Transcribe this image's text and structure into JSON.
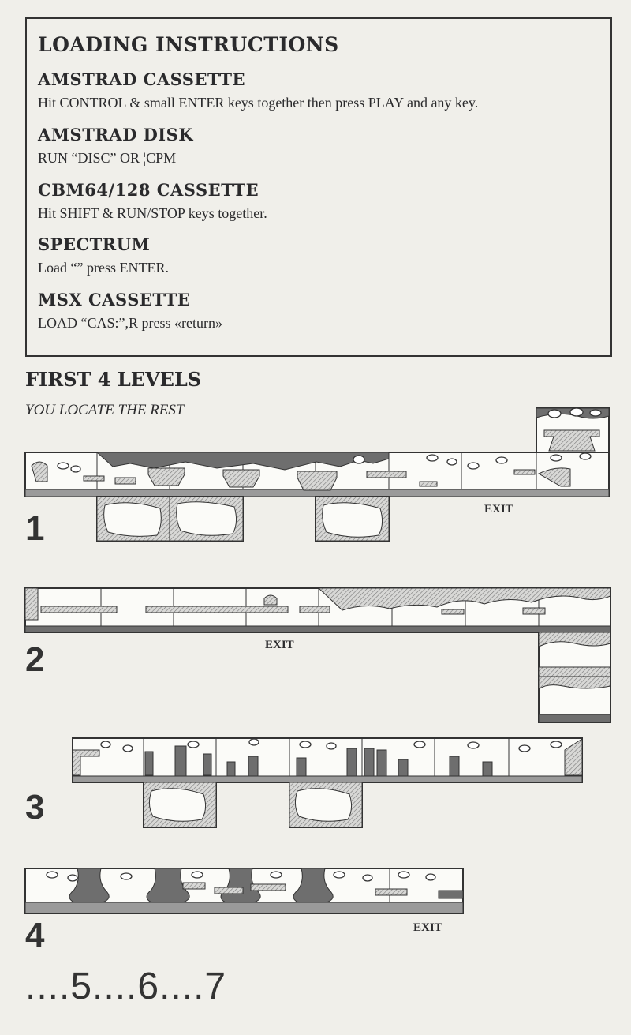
{
  "instructions": {
    "title": "LOADING INSTRUCTIONS",
    "sections": [
      {
        "heading": "AMSTRAD CASSETTE",
        "text": "Hit CONTROL & small ENTER keys together then press PLAY and any key."
      },
      {
        "heading": "AMSTRAD DISK",
        "text": "RUN “DISC” OR ¦CPM"
      },
      {
        "heading": "CBM64/128 CASSETTE",
        "text": "Hit SHIFT & RUN/STOP keys together."
      },
      {
        "heading": "SPECTRUM",
        "text": "Load “” press ENTER."
      },
      {
        "heading": "MSX CASSETTE",
        "text": "LOAD “CAS:”,R press «return»"
      }
    ]
  },
  "levels": {
    "title": "FIRST 4 LEVELS",
    "subtitle": "YOU LOCATE THE REST",
    "items": [
      {
        "number": "1",
        "exit_label": "EXIT"
      },
      {
        "number": "2",
        "exit_label": "EXIT"
      },
      {
        "number": "3"
      },
      {
        "number": "4",
        "exit_label": "EXIT"
      }
    ],
    "more": "....5....6....7"
  }
}
